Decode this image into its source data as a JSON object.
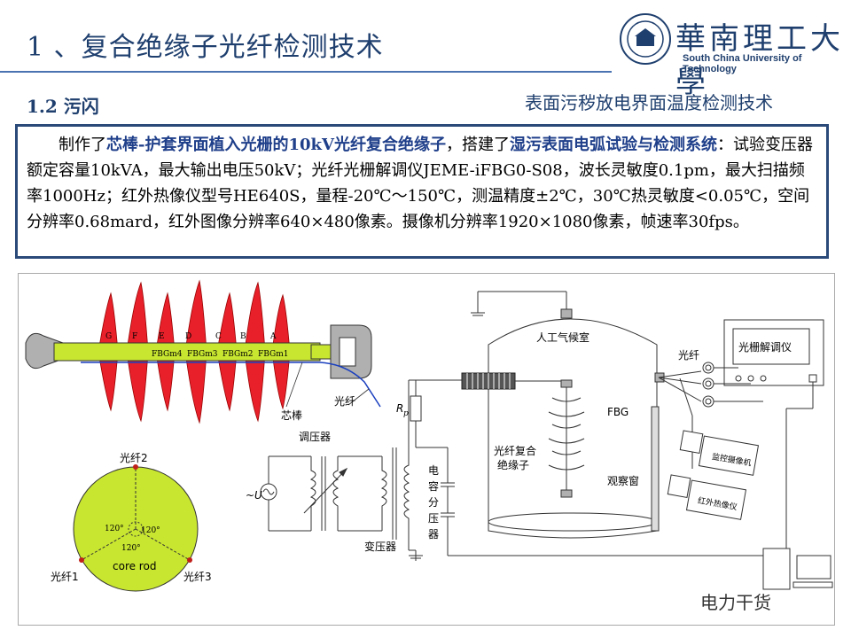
{
  "header": {
    "title": "1 、复合绝缘子光纤检测技术",
    "logo_zh": "華南理工大學",
    "logo_en": "South China University of Technology"
  },
  "section": {
    "label": "1.2 污闪",
    "subtitle": "表面污秽放电界面温度检测技术"
  },
  "body": {
    "p1": "制作了",
    "h1": "芯棒-护套界面植入光栅的10kV光纤复合绝缘子",
    "p2": "，搭建了",
    "h2": "湿污表面电弧试验与检测系统",
    "p3": "：试验变压器额定容量10kVA，最大输出电压50kV；光纤光栅解调仪JEME-iFBG0-S08，波长灵敏度0.1pm，最大扫描频率1000Hz；红外热像仪型号HE640S，量程-20℃～150℃，测温精度±2℃，30℃热灵敏度<0.05℃，空间分辨率0.68mard，红外图像分辨率640×480像素。摄像机分辨率1920×1080像素，帧速率30fps。"
  },
  "figure": {
    "shed_labels": [
      "G",
      "F",
      "E",
      "D",
      "C",
      "B",
      "A"
    ],
    "fbg_labels": [
      "FBGm4",
      "FBGm3",
      "FBGm2",
      "FBGm1"
    ],
    "core_rod_callout": "芯棒",
    "fiber_callout": "光纤",
    "cross_section": {
      "fiber2": "光纤2",
      "fiber1": "光纤1",
      "fiber3": "光纤3",
      "angle_a": "120°",
      "angle_b": "120°",
      "angle_c": "120°",
      "core": "core rod"
    },
    "circuit": {
      "regulator": "调压器",
      "source": "~U",
      "transformer": "变压器",
      "divider": [
        "电",
        "容",
        "分",
        "压",
        "器"
      ],
      "rp": "R",
      "rp_sub": "p"
    },
    "chamber": {
      "label": "人工气候室",
      "fbg": "FBG",
      "insulator": [
        "光纤复合",
        "绝缘子"
      ],
      "window": "观察窗",
      "fiber": "光纤",
      "demodulator": "光栅解调仪",
      "monitor_camera": "监控摄像机",
      "ir_camera": "红外热像仪"
    }
  },
  "watermark": "电力干货",
  "colors": {
    "title": "#1f3f6e",
    "shed_red": "#e8202a",
    "rod_green": "#c8e630",
    "circle_green": "#c8e630",
    "fiber_blue": "#1a3fbf"
  }
}
